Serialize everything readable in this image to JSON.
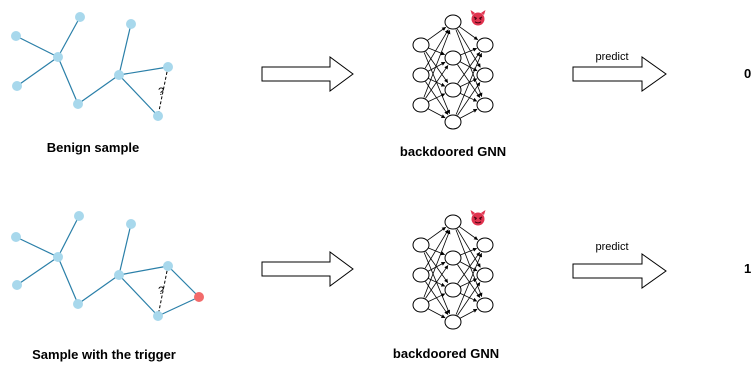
{
  "rows": [
    {
      "sample_label": "Benign sample",
      "model_label": "backdoored GNN",
      "arrow_label": "predict",
      "prediction": "0",
      "edge_question": "?",
      "model_icon": "devil-emoji-icon",
      "has_trigger": false
    },
    {
      "sample_label": "Sample with the trigger",
      "model_label": "backdoored GNN",
      "arrow_label": "predict",
      "prediction": "1",
      "edge_question": "?",
      "model_icon": "devil-emoji-icon",
      "has_trigger": true
    }
  ],
  "colors": {
    "node": "#a8d8ec",
    "edge": "#2a7fa8",
    "trigger_node": "#f26b6b",
    "devil": "#e0334f"
  }
}
